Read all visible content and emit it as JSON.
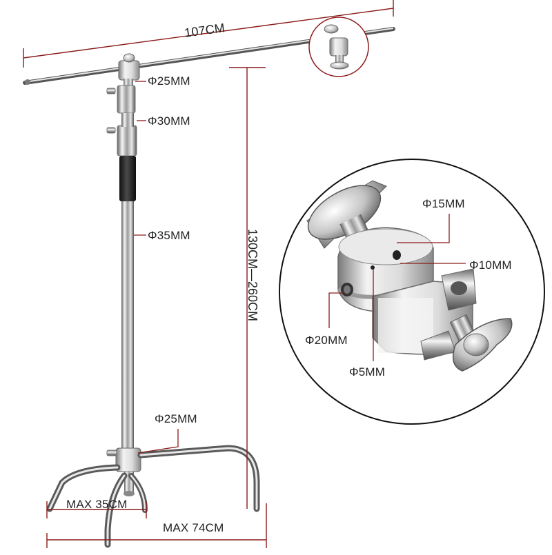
{
  "product": {
    "boom_arm_length": "107CM",
    "height_range": "130CM—260CM",
    "diameters": {
      "top_riser": "Φ25MM",
      "middle_riser": "Φ30MM",
      "main_pole": "Φ35MM",
      "legs": "Φ25MM"
    },
    "base": {
      "inner_width": "MAX 35CM",
      "outer_width": "MAX 74CM"
    },
    "clamp_detail": {
      "knob_shaft": "Φ15MM",
      "side_hole": "Φ10MM",
      "through_hole": "Φ20MM",
      "pin_hole": "Φ5MM"
    }
  },
  "colors": {
    "dimension_line": "#8b1a1a",
    "chrome_light": "#f2f2f2",
    "chrome_dark": "#6d6d6d",
    "grip": "#1d1d1d"
  }
}
